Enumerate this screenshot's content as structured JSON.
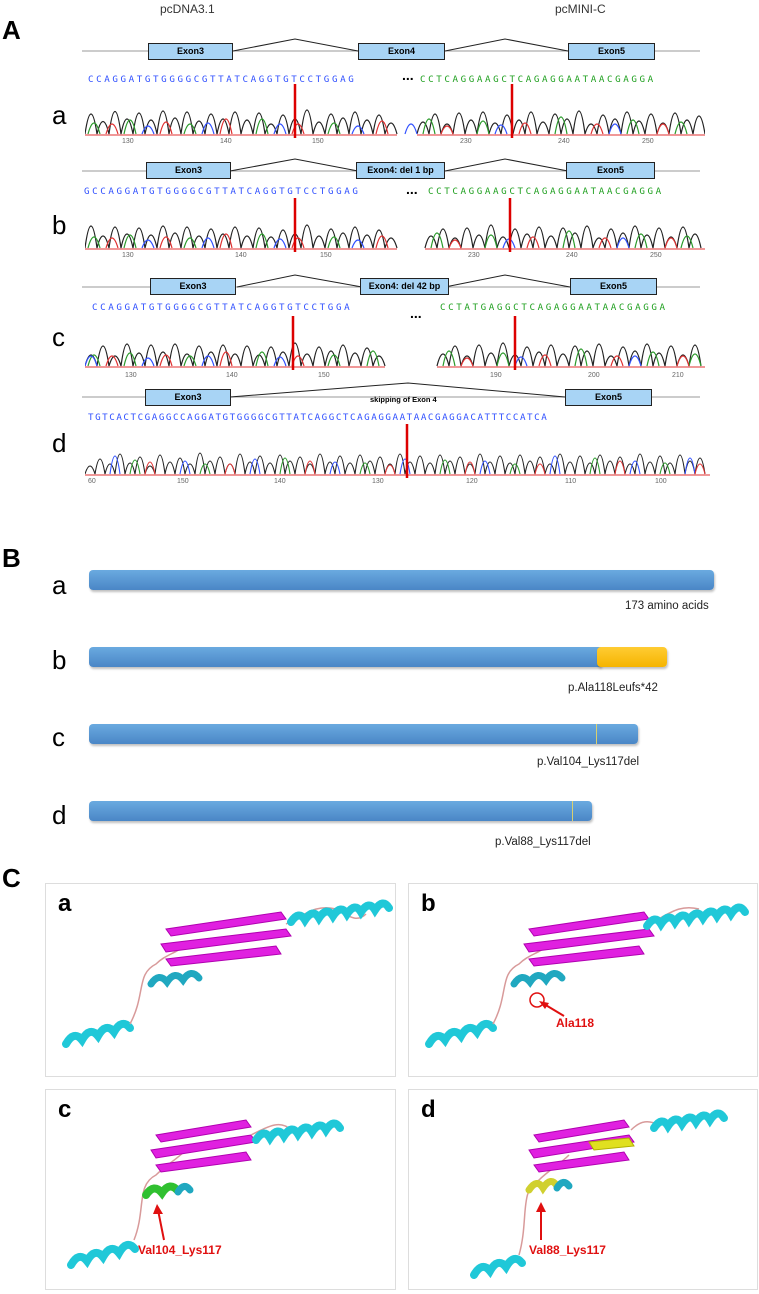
{
  "panelA": {
    "letter": "A",
    "header_left": "pcDNA3.1",
    "header_right": "pcMINI-C",
    "rows": [
      {
        "letter": "a",
        "exons": [
          "Exon3",
          "Exon4",
          "Exon5"
        ],
        "seq_left": "CCAGGATGTGGGGCGTTATCAGGTGTCCTGGAG",
        "seq_right": "CCTCAGGAAGCTCAGAGGAATAACGAGGA",
        "ticks_left": [
          "130",
          "140",
          "150"
        ],
        "ticks_right": [
          "230",
          "240",
          "250"
        ]
      },
      {
        "letter": "b",
        "exons": [
          "Exon3",
          "Exon4: del 1 bp",
          "Exon5"
        ],
        "seq_left": "GCCAGGATGTGGGGCGTTATCAGGTGTCCTGGAG",
        "seq_right": "CCTCAGGAAGCTCAGAGGAATAACGAGGA",
        "ticks_left": [
          "130",
          "140",
          "150"
        ],
        "ticks_right": [
          "230",
          "240",
          "250"
        ]
      },
      {
        "letter": "c",
        "exons": [
          "Exon3",
          "Exon4: del 42 bp",
          "Exon5"
        ],
        "seq_left": "CCAGGATGTGGGGCGTTATCAGGTGTCCTGGA",
        "seq_right": "CCTATGAGGCTCAGAGGAATAACGAGGA",
        "ticks_left": [
          "130",
          "140",
          "150"
        ],
        "ticks_right": [
          "190",
          "200",
          "210"
        ]
      },
      {
        "letter": "d",
        "exons": [
          "Exon3",
          "skipping of Exon 4",
          "Exon5"
        ],
        "seq": "TGTCACTCGAGGCCAGGATGTGGGGCGTTATCAGGCTCAGAGGAATAACGAGGACATTTCCATCA",
        "ticks": [
          "60",
          "150",
          "140",
          "130",
          "120",
          "110",
          "100"
        ]
      }
    ],
    "dots": "..."
  },
  "panelB": {
    "letter": "B",
    "rows": [
      {
        "letter": "a",
        "label": "173 amino acids",
        "length_aa": 173
      },
      {
        "letter": "b",
        "label": "p.Ala118Leufs*42",
        "length_aa": 159
      },
      {
        "letter": "c",
        "label": "p.Val104_Lys117del",
        "length_aa": 159
      },
      {
        "letter": "d",
        "label": "p.Val88_Lys117del",
        "length_aa": 143
      }
    ]
  },
  "panelC": {
    "letter": "C",
    "structures": [
      {
        "letter": "a",
        "label": ""
      },
      {
        "letter": "b",
        "label": "Ala118"
      },
      {
        "letter": "c",
        "label": "Val104_Lys117"
      },
      {
        "letter": "d",
        "label": "Val88_Lys117"
      }
    ]
  }
}
